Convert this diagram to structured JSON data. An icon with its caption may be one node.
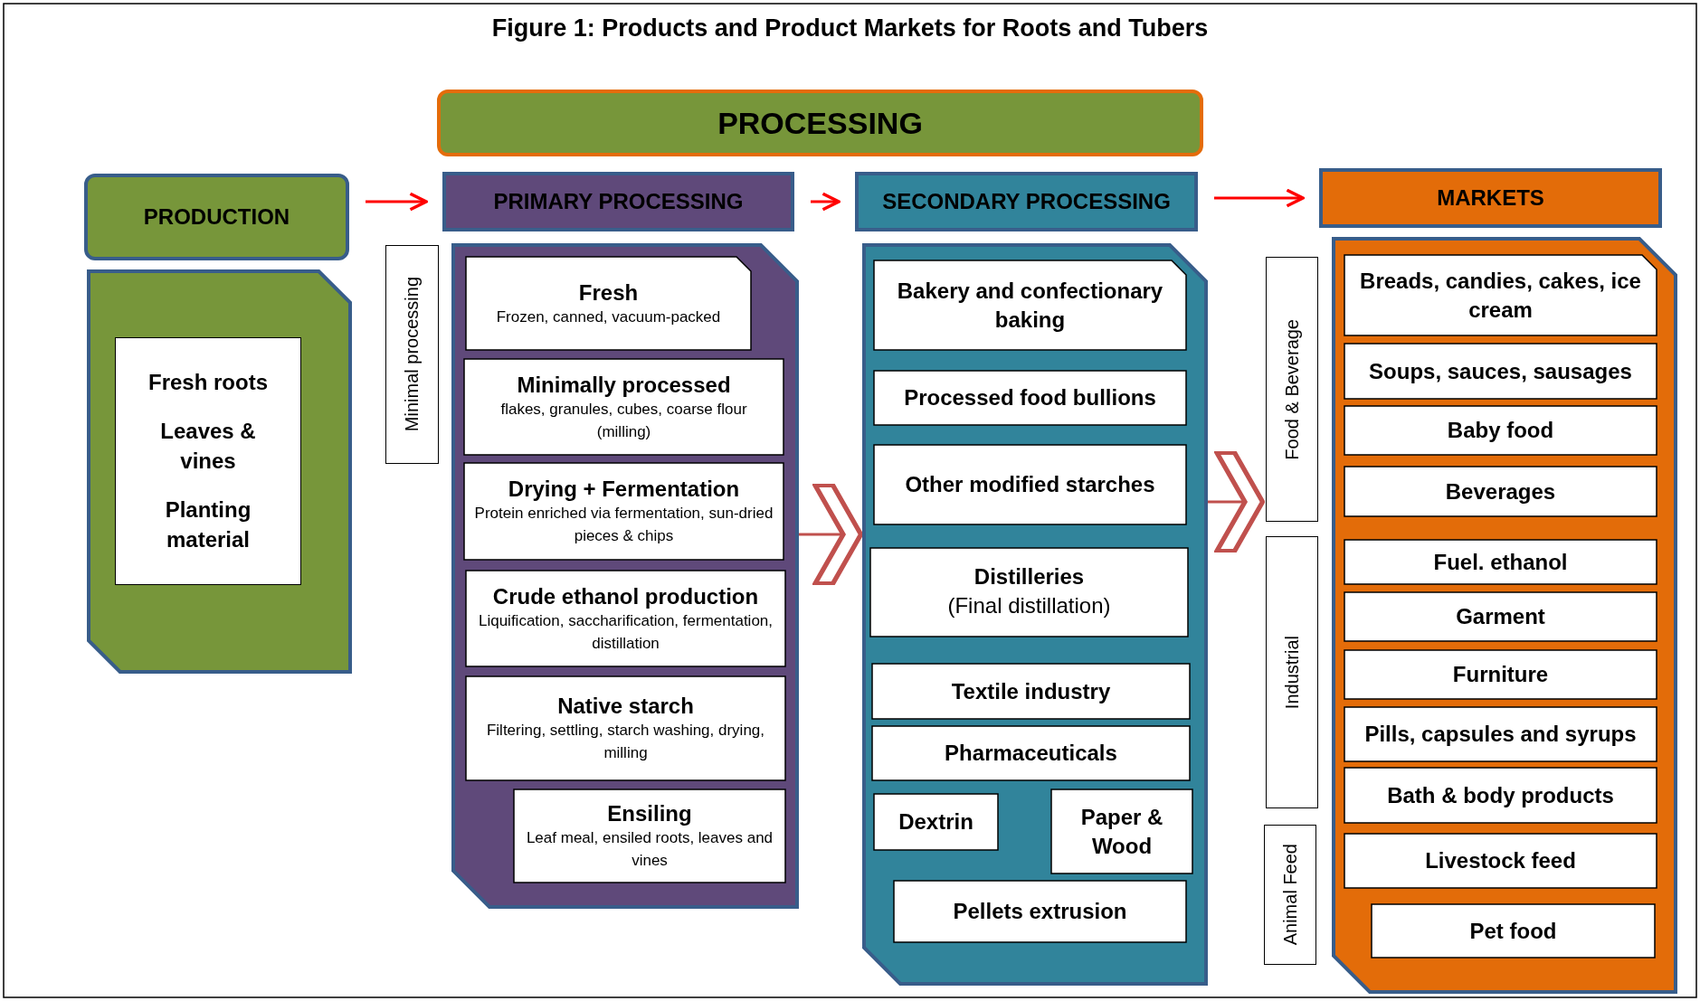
{
  "diagram": {
    "title": "Figure 1: Products and Product Markets for Roots and Tubers",
    "nodes": [
      {
        "text": [
          "PROCESSING"
        ]
      },
      {
        "text": [
          "PRODUCTION"
        ]
      },
      {
        "text": [
          "PRIMARY PROCESSING"
        ]
      },
      {
        "text": [
          "SECONDARY PROCESSING"
        ]
      },
      {
        "text": [
          "MARKETS"
        ]
      },
      {
        "text": [],
        "shape": "box"
      },
      {
        "text": [
          "Fresh roots",
          "Leaves & vines",
          "Planting material"
        ],
        "in": 5
      },
      {
        "text": [
          "Minimal processing"
        ]
      },
      {
        "text": [],
        "shape": "box"
      },
      {
        "text": [
          "Fresh",
          "Frozen, canned, vacuum-packed"
        ],
        "in": 8
      },
      {
        "text": [
          "Minimally processed",
          "flakes, granules, cubes, coarse flour (milling)"
        ],
        "in": 8
      },
      {
        "text": [
          "Drying + Fermentation",
          "Protein enriched via fermentation, sun-dried pieces & chips"
        ],
        "in": 8
      },
      {
        "text": [
          "Crude ethanol production",
          "Liquification, saccharification, fermentation, distillation"
        ],
        "in": 8
      },
      {
        "text": [
          "Native starch",
          "Filtering, settling, starch washing, drying, milling"
        ],
        "in": 8
      },
      {
        "text": [
          "Ensiling",
          "Leaf meal, ensiled roots, leaves and vines"
        ],
        "in": 8
      },
      {
        "text": [],
        "shape": "box"
      },
      {
        "text": [
          "Bakery and confectionary baking"
        ],
        "in": 15
      },
      {
        "text": [
          "Processed food bullions"
        ],
        "in": 15
      },
      {
        "text": [
          "Other modified starches"
        ],
        "in": 15
      },
      {
        "text": [
          "Distilleries",
          "(Final distillation)"
        ],
        "in": 15
      },
      {
        "text": [
          "Textile industry"
        ],
        "in": 15
      },
      {
        "text": [
          "Pharmaceuticals"
        ],
        "in": 15
      },
      {
        "text": [
          "Dextrin"
        ],
        "in": 15
      },
      {
        "text": [
          "Paper & Wood"
        ],
        "in": 15
      },
      {
        "text": [
          "Pellets extrusion"
        ],
        "in": 15
      },
      {
        "text": [
          "Food & Beverage"
        ]
      },
      {
        "text": [
          "Industrial"
        ]
      },
      {
        "text": [
          "Animal Feed"
        ]
      },
      {
        "text": [],
        "shape": "box"
      },
      {
        "text": [
          "Breads, candies, cakes, ice cream"
        ],
        "in": 28
      },
      {
        "text": [
          "Soups, sauces, sausages"
        ],
        "in": 28
      },
      {
        "text": [
          "Baby food"
        ],
        "in": 28
      },
      {
        "text": [
          "Beverages"
        ],
        "in": 28
      },
      {
        "text": [
          "Fuel. ethanol"
        ],
        "in": 28
      },
      {
        "text": [
          "Garment"
        ],
        "in": 28
      },
      {
        "text": [
          "Furniture"
        ],
        "in": 28
      },
      {
        "text": [
          "Pills, capsules and syrups"
        ],
        "in": 28
      },
      {
        "text": [
          "Bath & body products"
        ],
        "in": 28
      },
      {
        "text": [
          "Livestock feed"
        ],
        "in": 28
      },
      {
        "text": [
          "Pet food"
        ],
        "in": 28
      }
    ],
    "edges": [
      {
        "from": 1,
        "to": 2,
        "arrow": "to"
      },
      {
        "from": 2,
        "to": 3,
        "arrow": "to"
      },
      {
        "from": 3,
        "to": 4,
        "arrow": "to"
      },
      {
        "from": 8,
        "to": 15,
        "arrow": "to"
      },
      {
        "from": 15,
        "to": 25,
        "arrow": "to"
      }
    ]
  }
}
